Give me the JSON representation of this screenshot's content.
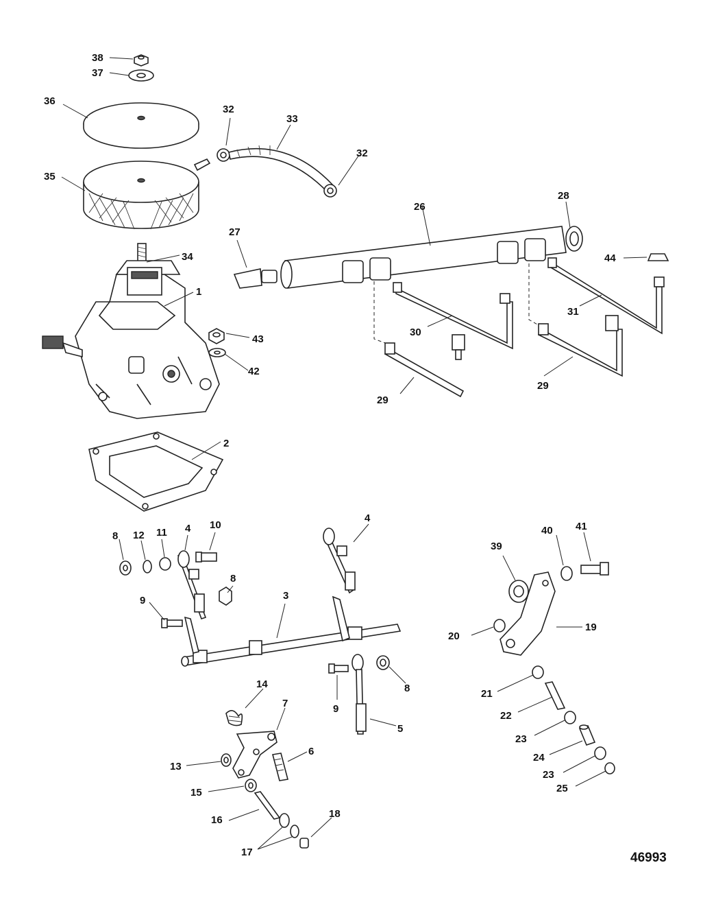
{
  "figure_number": "46993",
  "callouts": {
    "c1": "1",
    "c2": "2",
    "c3": "3",
    "c4a": "4",
    "c4b": "4",
    "c5": "5",
    "c6": "6",
    "c7": "7",
    "c8a": "8",
    "c8b": "8",
    "c8c": "8",
    "c9a": "9",
    "c9b": "9",
    "c10": "10",
    "c11": "11",
    "c12": "12",
    "c13": "13",
    "c14": "14",
    "c15": "15",
    "c16": "16",
    "c17": "17",
    "c18": "18",
    "c19": "19",
    "c20": "20",
    "c21": "21",
    "c22": "22",
    "c23a": "23",
    "c23b": "23",
    "c24": "24",
    "c25": "25",
    "c26": "26",
    "c27": "27",
    "c28": "28",
    "c29a": "29",
    "c29b": "29",
    "c30": "30",
    "c31": "31",
    "c32a": "32",
    "c32b": "32",
    "c33": "33",
    "c34": "34",
    "c35": "35",
    "c36": "36",
    "c37": "37",
    "c38": "38",
    "c39": "39",
    "c40": "40",
    "c41": "41",
    "c42": "42",
    "c43": "43",
    "c44": "44"
  }
}
